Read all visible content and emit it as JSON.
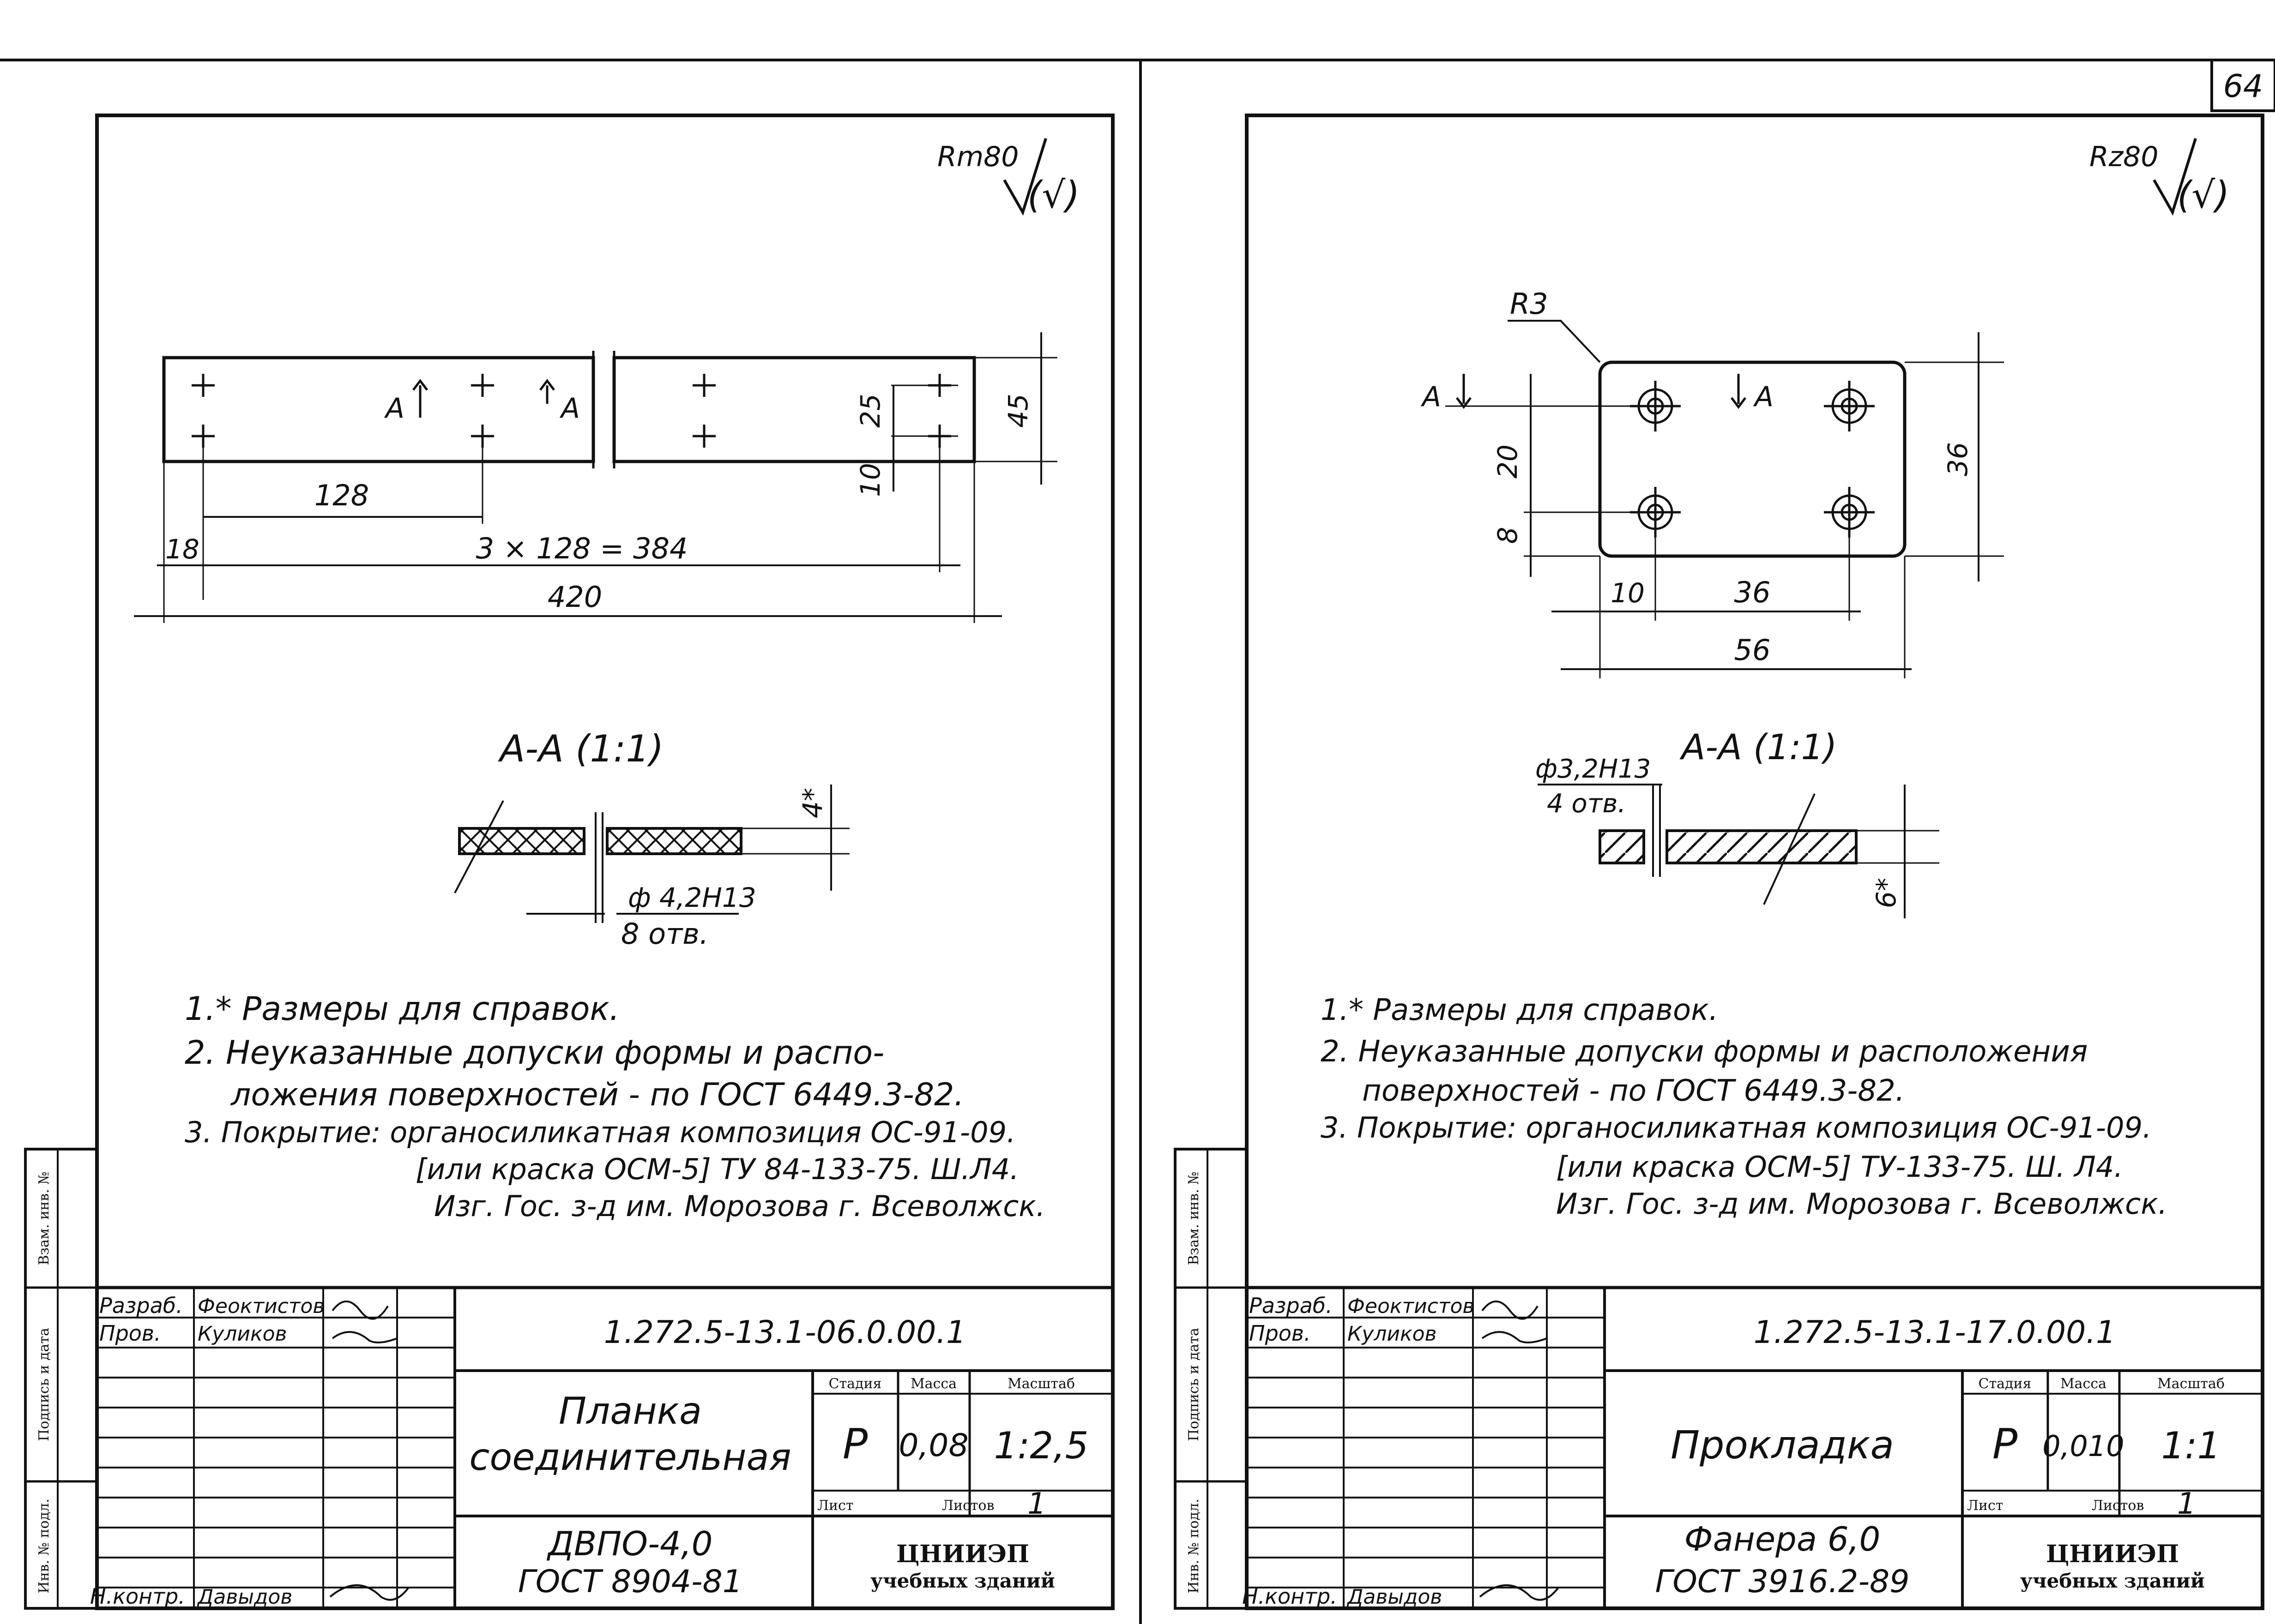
{
  "page_number": "64",
  "sheet_left": {
    "roughness_label": "Rm80",
    "roughness_suffix": "(√)",
    "plan_dims": {
      "d128": "128",
      "d_series": "3 × 128 = 384",
      "d420": "420",
      "d18": "18",
      "d25": "25",
      "d10": "10",
      "d45": "45",
      "section_mark": "A"
    },
    "section_title": "А-А (1:1)",
    "section_dims": {
      "thickness": "4*",
      "hole": "ф 4,2Н13",
      "hole_count": "8 отв."
    },
    "notes": [
      "1.* Размеры для справок.",
      "2. Неуказанные допуски формы и распо-",
      "ложения поверхностей - по ГОСТ 6449.3-82.",
      "3. Покрытие: органосиликатная композиция ОС-91-09.",
      "[или краска ОСМ-5] ТУ 84-133-75. Ш.Л4.",
      "Изг. Гос. з-д им. Морозова г. Всеволжск."
    ],
    "title_block": {
      "roles": [
        "Разраб.",
        "Пров.",
        "",
        "",
        "",
        "",
        "Н.контр."
      ],
      "names": [
        "Феоктистов",
        "Куликов",
        "",
        "",
        "",
        "",
        "Давыдов"
      ],
      "designation": "1.272.5-13.1-06.0.00.1",
      "item_name": [
        "Планка",
        "соединительная"
      ],
      "stage_header": "Стадия",
      "mass_header": "Масса",
      "scale_header": "Масштаб",
      "stage": "Р",
      "mass": "0,08",
      "scale": "1:2,5",
      "sheet_label": "Лист",
      "sheets_label": "Листов",
      "sheets": "1",
      "material": [
        "ДВПО-4,0",
        "ГОСТ 8904-81"
      ],
      "org": [
        "ЦНИИЭП",
        "учебных зданий"
      ]
    },
    "side_labels": [
      "Взам. инв. №",
      "Подпись и дата",
      "Инв. № подл."
    ]
  },
  "sheet_right": {
    "roughness_label": "Rz80",
    "roughness_suffix": "(√)",
    "plan_dims": {
      "radius": "R3",
      "d20": "20",
      "d8": "8",
      "d36v": "36",
      "d10": "10",
      "d36h": "36",
      "d56": "56",
      "section_mark": "A"
    },
    "section_title": "А-А (1:1)",
    "section_dims": {
      "hole": "ф3,2Н13",
      "hole_count": "4 отв.",
      "thickness": "6*"
    },
    "notes": [
      "1.* Размеры для справок.",
      "2. Неуказанные допуски формы и расположения",
      "поверхностей - по ГОСТ 6449.3-82.",
      "3. Покрытие: органосиликатная композиция ОС-91-09.",
      "[или краска ОСМ-5] ТУ-133-75. Ш. Л4.",
      "Изг. Гос. з-д им. Морозова г. Всеволжск."
    ],
    "title_block": {
      "roles": [
        "Разраб.",
        "Пров.",
        "",
        "",
        "",
        "",
        "Н.контр."
      ],
      "names": [
        "Феоктистов",
        "Куликов",
        "",
        "",
        "",
        "",
        "Давыдов"
      ],
      "designation": "1.272.5-13.1-17.0.00.1",
      "item_name": [
        "Прокладка"
      ],
      "stage_header": "Стадия",
      "mass_header": "Масса",
      "scale_header": "Масштаб",
      "stage": "Р",
      "mass": "0,010",
      "scale": "1:1",
      "sheet_label": "Лист",
      "sheets_label": "Листов",
      "sheets": "1",
      "material": [
        "Фанера 6,0",
        "ГОСТ 3916.2-89"
      ],
      "org": [
        "ЦНИИЭП",
        "учебных зданий"
      ]
    },
    "side_labels": [
      "Взам. инв. №",
      "Подпись и дата",
      "Инв. № подл."
    ]
  }
}
